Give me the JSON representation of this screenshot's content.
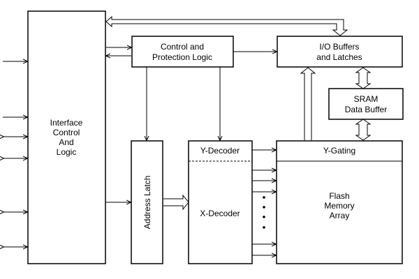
{
  "colors": {
    "line": "#000000",
    "background": "#ffffff"
  },
  "blocks": {
    "interface": {
      "lines": [
        "Interface",
        "Control",
        "And",
        "Logic"
      ]
    },
    "control": {
      "lines": [
        "Control and",
        "Protection Logic"
      ]
    },
    "io_buffers": {
      "lines": [
        "I/O Buffers",
        "and Latches"
      ]
    },
    "sram": {
      "lines": [
        "SRAM",
        "Data Buffer"
      ]
    },
    "address_latch": {
      "label": "Address Latch"
    },
    "y_decoder": {
      "label": "Y-Decoder"
    },
    "x_decoder": {
      "label": "X-Decoder"
    },
    "y_gating": {
      "label": "Y-Gating"
    },
    "flash": {
      "lines": [
        "Flash",
        "Memory",
        "Array"
      ]
    }
  }
}
